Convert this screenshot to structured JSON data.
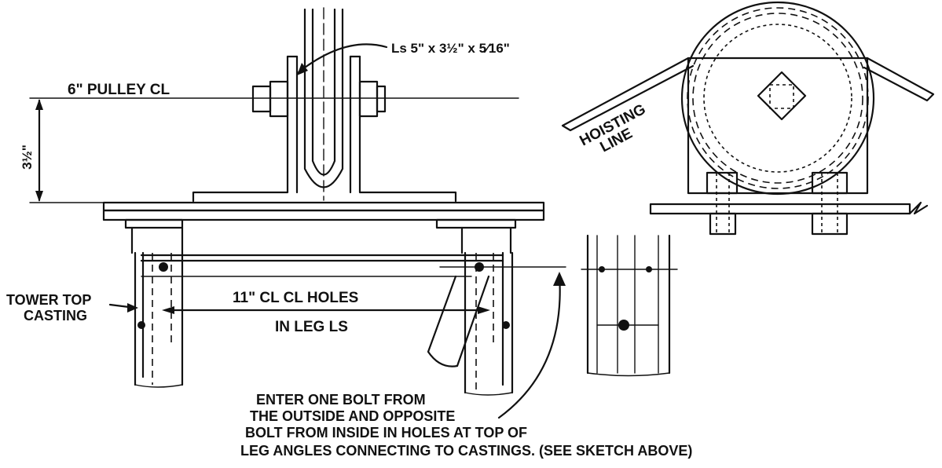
{
  "labels": {
    "angles": "Ls 5\" x 3½\" x 5⁄16\"",
    "pulley_cl": "6\" PULLEY CL",
    "dimension": "3½\"",
    "hoisting_1": "HOISTING",
    "hoisting_2": "LINE",
    "tower_top_1": "TOWER TOP",
    "tower_top_2": "CASTING",
    "holes_1": "11\"  CL CL HOLES",
    "holes_2": "IN LEG LS",
    "note_1": "ENTER ONE BOLT FROM",
    "note_2": "THE OUTSIDE AND OPPOSITE",
    "note_3": "BOLT FROM INSIDE IN HOLES AT TOP OF",
    "note_4": "LEG ANGLES CONNECTING TO CASTINGS.  (SEE SKETCH ABOVE)"
  }
}
